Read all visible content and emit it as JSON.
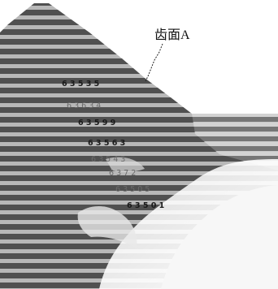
{
  "figure": {
    "section_label": "齿面A",
    "band_labels": [
      "6 3 5 3 5",
      "6 3 6 3 4",
      "6 3 5 9 9",
      "6 3 5 6 3",
      "6 3 5 4 3",
      "6 3 7 2",
      "6 3 5 0 5",
      "6 3 5 0 1"
    ],
    "colors": {
      "mountain_band_dark": "#4a4a4a",
      "mountain_band_light": "#b4b4b4",
      "background": "#ffffff",
      "glare": "#f2f2f2",
      "leader_line": "#222222"
    }
  }
}
